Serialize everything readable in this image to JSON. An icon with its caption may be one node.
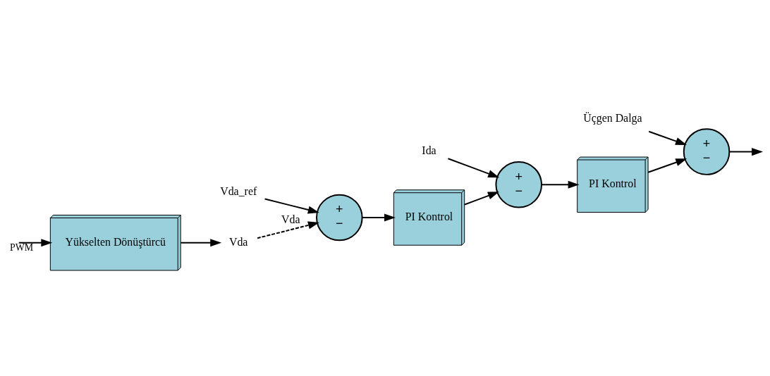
{
  "diagram": {
    "nodes": [
      {
        "text": [
          "Yükselten Dönüştürcü"
        ]
      },
      {
        "text": [
          "Vda"
        ]
      },
      {
        "text": [
          "Vda_ref"
        ]
      },
      {
        "text": [
          "+",
          "−"
        ]
      },
      {
        "text": [
          "PI Kontrol"
        ]
      },
      {
        "text": [
          "+",
          "−"
        ]
      },
      {
        "text": [
          "Ida"
        ]
      },
      {
        "text": [
          "PI Kontrol"
        ]
      },
      {
        "text": [
          "+",
          "−"
        ]
      },
      {
        "text": [
          "Üçgen Dalga"
        ]
      }
    ],
    "edges": [
      {
        "from": 0,
        "to": 1,
        "arrow": "to"
      },
      {
        "from": 1,
        "to": 3,
        "arrow": "to",
        "style": "dashed",
        "label": "Vda"
      },
      {
        "from": 2,
        "to": 3,
        "arrow": "to"
      },
      {
        "from": 3,
        "to": 4,
        "arrow": "to"
      },
      {
        "from": 4,
        "to": 5,
        "arrow": "to"
      },
      {
        "from": 6,
        "to": 5,
        "arrow": "to"
      },
      {
        "from": 5,
        "to": 7,
        "arrow": "to"
      },
      {
        "from": 7,
        "to": 8,
        "arrow": "to"
      },
      {
        "from": 9,
        "to": 8,
        "arrow": "to"
      },
      {
        "from": 8,
        "to": null,
        "arrow": "to"
      },
      {
        "from": null,
        "to": 0,
        "arrow": "to",
        "label": "PWM"
      }
    ]
  }
}
